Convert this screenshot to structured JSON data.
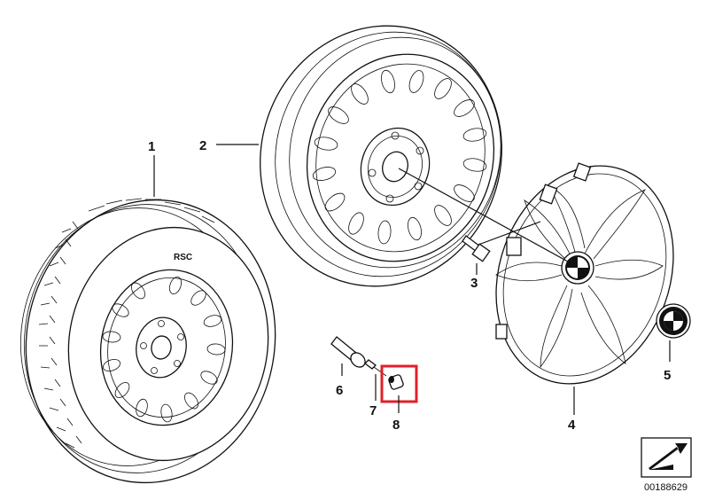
{
  "diagram": {
    "callouts": {
      "c1": "1",
      "c2": "2",
      "c3": "3",
      "c4": "4",
      "c5": "5",
      "c6": "6",
      "c7": "7",
      "c8": "8"
    },
    "tire_marking": "RSC",
    "reference_number": "00188629",
    "highlight_color": "#e0202a",
    "icons": [
      "tire",
      "steel-rim",
      "wheel-bolt",
      "hub-cap",
      "emblem",
      "valve",
      "valve-core",
      "valve-cap",
      "navigation-arrow"
    ]
  }
}
